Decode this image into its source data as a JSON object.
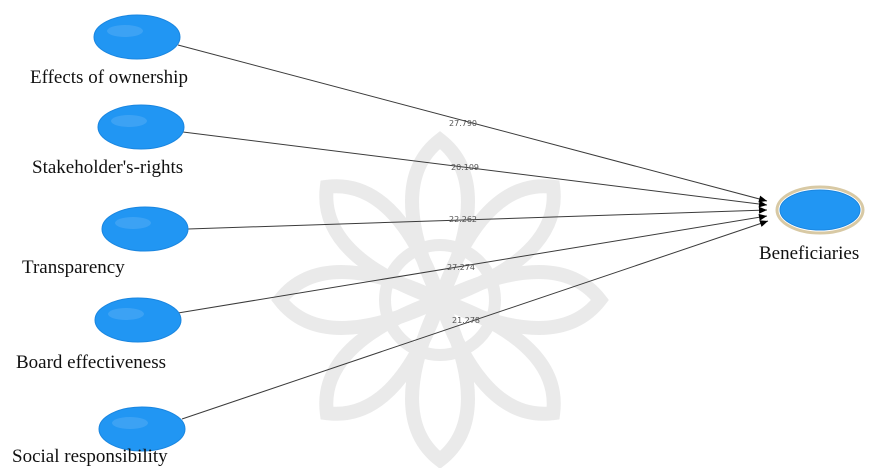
{
  "colors": {
    "node_fill": "#2196F3",
    "node_stroke": "#1a86e0",
    "target_ring": "#d8c9a4",
    "edge": "#3b3b3b",
    "watermark": "#d9d9d9"
  },
  "diagram": {
    "sources": [
      {
        "id": "effects-of-ownership",
        "label": "Effects of ownership"
      },
      {
        "id": "stakeholders-rights",
        "label": "Stakeholder's-rights"
      },
      {
        "id": "transparency",
        "label": "Transparency"
      },
      {
        "id": "board-effectiveness",
        "label": "Board effectiveness"
      },
      {
        "id": "social-responsibility",
        "label": "Social responsibility"
      }
    ],
    "target": {
      "id": "beneficiaries",
      "label": "Beneficiaries"
    },
    "paths": [
      {
        "from": "effects-of-ownership",
        "to": "beneficiaries",
        "coefficient": "27.790"
      },
      {
        "from": "stakeholders-rights",
        "to": "beneficiaries",
        "coefficient": "20.109"
      },
      {
        "from": "transparency",
        "to": "beneficiaries",
        "coefficient": "22.262"
      },
      {
        "from": "board-effectiveness",
        "to": "beneficiaries",
        "coefficient": "27.274"
      },
      {
        "from": "social-responsibility",
        "to": "beneficiaries",
        "coefficient": "21.278"
      }
    ]
  }
}
